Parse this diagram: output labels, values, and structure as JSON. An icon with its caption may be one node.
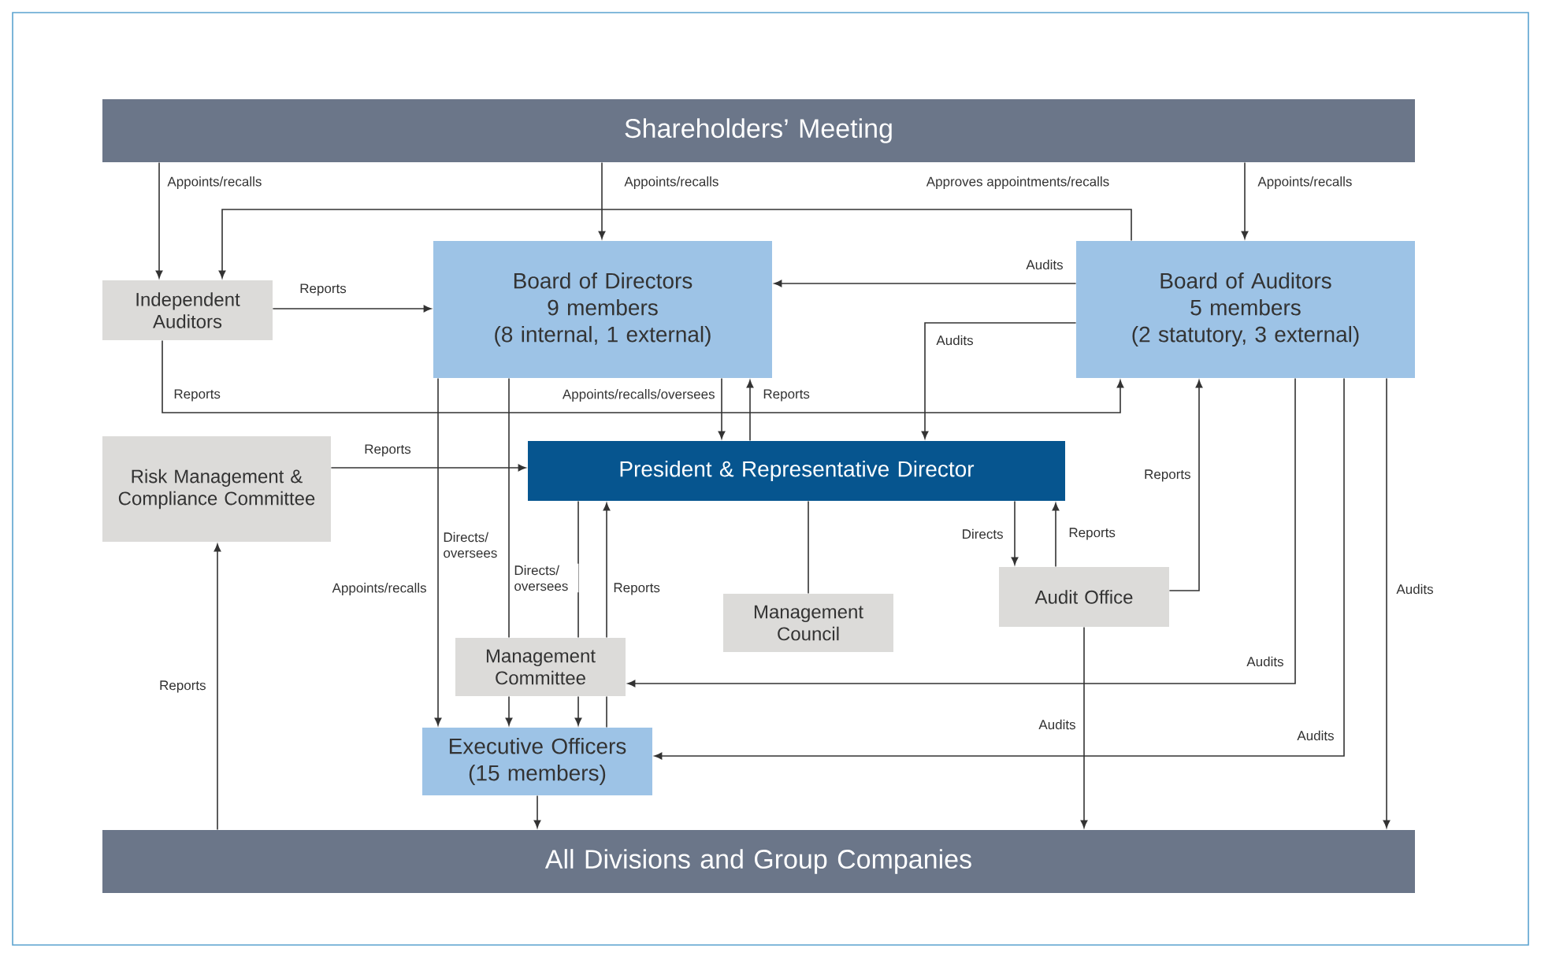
{
  "diagram": {
    "nodes": [
      {
        "text": [
          "Shareholders’ Meeting"
        ]
      },
      {
        "text": [
          "Independent Auditors"
        ]
      },
      {
        "text": [
          "Board of Directors",
          "9 members",
          "(8 internal, 1 external)"
        ]
      },
      {
        "text": [
          "Board of Auditors",
          "5 members",
          "(2 statutory, 3 external)"
        ]
      },
      {
        "text": [
          "Risk Management & Compliance Committee"
        ]
      },
      {
        "text": [
          "President & Representative Director"
        ]
      },
      {
        "text": [
          "Management Council"
        ]
      },
      {
        "text": [
          "Audit Office"
        ]
      },
      {
        "text": [
          "Management Committee"
        ]
      },
      {
        "text": [
          "Executive Officers",
          "(15 members)"
        ]
      },
      {
        "text": [
          "All Divisions and Group Companies"
        ]
      }
    ],
    "edges": [
      {
        "from": 0,
        "to": 1,
        "arrow": "to",
        "label": "Appoints/recalls"
      },
      {
        "from": 0,
        "to": 2,
        "arrow": "to",
        "label": "Appoints/recalls"
      },
      {
        "from": 0,
        "to": 3,
        "arrow": "to",
        "label": "Appoints/recalls"
      },
      {
        "from": 3,
        "to": 1,
        "arrow": "to",
        "label": "Approves appointments/recalls"
      },
      {
        "from": 1,
        "to": 2,
        "arrow": "to",
        "label": "Reports"
      },
      {
        "from": 3,
        "to": 2,
        "arrow": "to",
        "label": "Audits"
      },
      {
        "from": 3,
        "to": 5,
        "arrow": "to",
        "label": "Audits"
      },
      {
        "from": 1,
        "to": 3,
        "arrow": "to",
        "label": "Reports"
      },
      {
        "from": 2,
        "to": 5,
        "arrow": "to",
        "label": "Appoints/recalls/oversees"
      },
      {
        "from": 5,
        "to": 2,
        "arrow": "to",
        "label": "Reports"
      },
      {
        "from": 4,
        "to": 5,
        "arrow": "to",
        "label": "Reports"
      },
      {
        "from": 2,
        "to": 9,
        "arrow": "to",
        "label": "Appoints/recalls"
      },
      {
        "from": 2,
        "to": 8,
        "arrow": "none",
        "label": "Directs/ oversees"
      },
      {
        "from": 8,
        "to": 9,
        "arrow": "to"
      },
      {
        "from": 5,
        "to": 8,
        "arrow": "none",
        "label": "Directs/ oversees"
      },
      {
        "from": 8,
        "to": 9,
        "arrow": "to"
      },
      {
        "from": 9,
        "to": 8,
        "arrow": "none"
      },
      {
        "from": 8,
        "to": 5,
        "arrow": "to",
        "label": "Reports"
      },
      {
        "from": 5,
        "to": 6,
        "arrow": "none"
      },
      {
        "from": 5,
        "to": 7,
        "arrow": "to",
        "label": "Directs"
      },
      {
        "from": 7,
        "to": 5,
        "arrow": "to",
        "label": "Reports"
      },
      {
        "from": 7,
        "to": 3,
        "arrow": "to",
        "label": "Reports"
      },
      {
        "from": 3,
        "to": 8,
        "arrow": "to",
        "label": "Audits"
      },
      {
        "from": 3,
        "to": 9,
        "arrow": "to",
        "label": "Audits"
      },
      {
        "from": 3,
        "to": 10,
        "arrow": "to",
        "label": "Audits"
      },
      {
        "from": 7,
        "to": 10,
        "arrow": "to",
        "label": "Audits"
      },
      {
        "from": 9,
        "to": 10,
        "arrow": "to"
      },
      {
        "from": 10,
        "to": 4,
        "arrow": "to",
        "label": "Reports"
      }
    ]
  }
}
